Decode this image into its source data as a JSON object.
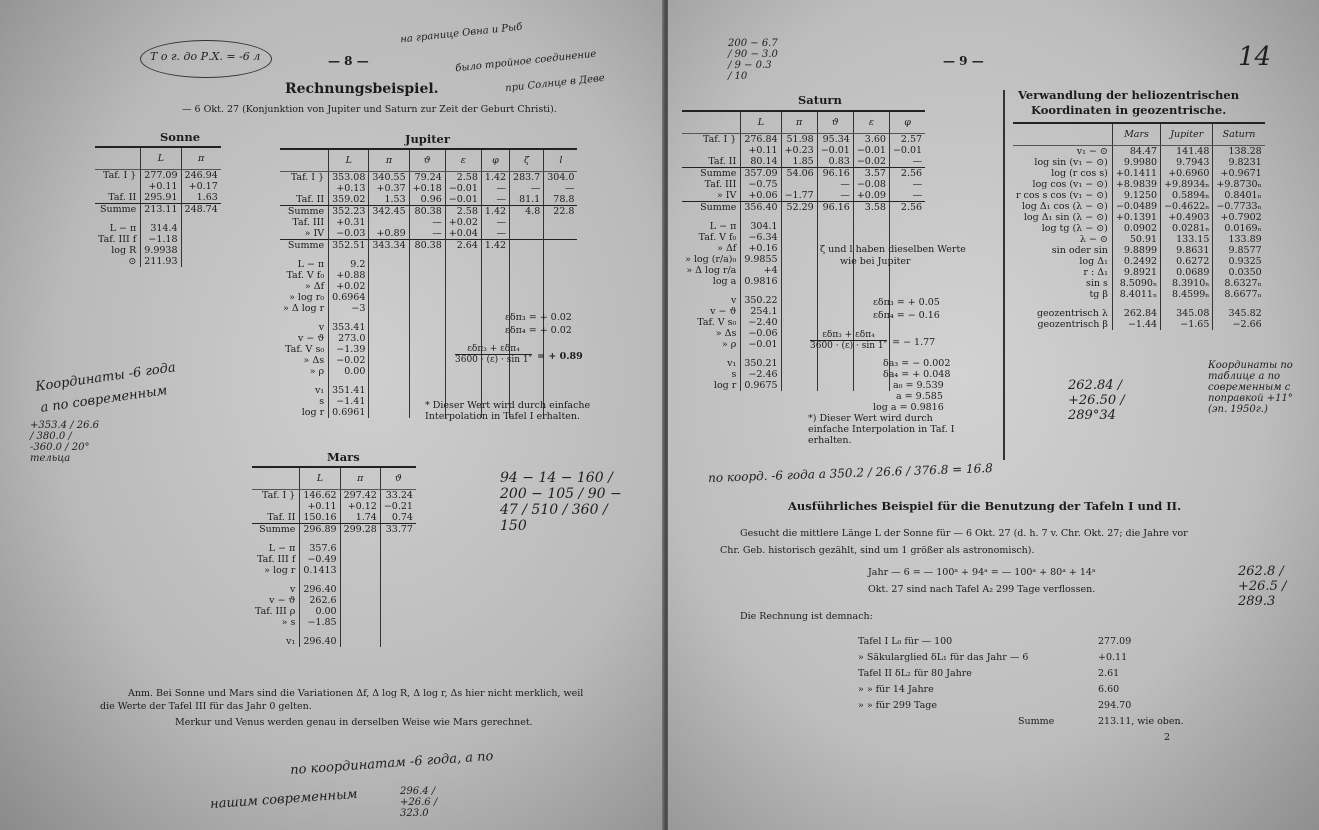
{
  "left_page": {
    "page_number": "— 8 —",
    "title": "Rechnungsbeispiel.",
    "subtitle": "— 6 Okt. 27 (Konjunktion von Jupiter und Saturn zur Zeit der Geburt Christi).",
    "sonne": {
      "heading": "Sonne",
      "headers": [
        "",
        "L",
        "π"
      ],
      "rows": [
        {
          "cells": [
            "Taf. I }",
            "277.09",
            "246.94"
          ]
        },
        {
          "cells": [
            "",
            "+0.11",
            "+0.17"
          ]
        },
        {
          "cells": [
            "Taf. II",
            "295.91",
            "1.63"
          ]
        },
        {
          "kind": "sum",
          "cells": [
            "Summe",
            "213.11",
            "248.74"
          ]
        },
        {
          "kind": "gap",
          "cells": [
            "L − π",
            "314.4",
            ""
          ]
        },
        {
          "cells": [
            "Taf. III   f",
            "−1.18",
            ""
          ]
        },
        {
          "cells": [
            "log R",
            "9.9938",
            ""
          ]
        },
        {
          "cells": [
            "⊙",
            "211.93",
            ""
          ]
        }
      ]
    },
    "jupiter": {
      "heading": "Jupiter",
      "headers": [
        "",
        "L",
        "π",
        "ϑ",
        "ε",
        "φ",
        "ζ",
        "l"
      ],
      "rows": [
        {
          "cells": [
            "Taf. I }",
            "353.08",
            "340.55",
            "79.24",
            "2.58",
            "1.42",
            "283.7",
            "304.0"
          ]
        },
        {
          "cells": [
            "",
            "+0.13",
            "+0.37",
            "+0.18",
            "−0.01",
            "—",
            "—",
            "—"
          ]
        },
        {
          "cells": [
            "Taf. II",
            "359.02",
            "1.53",
            "0.96",
            "−0.01",
            "—",
            "81.1",
            "78.8"
          ]
        },
        {
          "kind": "sum",
          "cells": [
            "Summe",
            "352.23",
            "342.45",
            "80.38",
            "2.58",
            "1.42",
            "4.8",
            "22.8"
          ]
        },
        {
          "cells": [
            "Taf. III",
            "+0.31",
            "",
            "—",
            "+0.02",
            "—",
            "",
            ""
          ]
        },
        {
          "cells": [
            "» IV",
            "−0.03",
            "+0.89",
            "—",
            "+0.04",
            "—",
            "",
            ""
          ]
        },
        {
          "kind": "sum",
          "cells": [
            "Summe",
            "352.51",
            "343.34",
            "80.38",
            "2.64",
            "1.42",
            "",
            ""
          ]
        },
        {
          "kind": "gap",
          "cells": [
            "L − π",
            "9.2"
          ]
        },
        {
          "cells": [
            "Taf. V   f₀",
            "+0.88"
          ]
        },
        {
          "cells": [
            "»   Δf",
            "+0.02"
          ]
        },
        {
          "cells": [
            "»   log r₀",
            "0.6964"
          ]
        },
        {
          "cells": [
            "»   Δ log r",
            "−3"
          ]
        },
        {
          "kind": "gap",
          "cells": [
            "v",
            "353.41"
          ]
        },
        {
          "cells": [
            "v − ϑ",
            "273.0"
          ]
        },
        {
          "cells": [
            "Taf. V   s₀",
            "−1.39"
          ]
        },
        {
          "cells": [
            "»   Δs",
            "−0.02"
          ]
        },
        {
          "cells": [
            "»   ρ",
            "0.00"
          ]
        },
        {
          "kind": "gap",
          "cells": [
            "v₁",
            "351.41"
          ]
        },
        {
          "cells": [
            "s",
            "−1.41"
          ]
        },
        {
          "cells": [
            "log r",
            "0.6961"
          ]
        }
      ],
      "notes": {
        "e_dpi3": "εδπ₃ = + 0.02",
        "e_dpi4": "εδπ₄ = + 0.02",
        "frac_num": "εδπ₃ + εδπ₄",
        "frac_den": "3600 · (ε) · sin 1″",
        "frac_result": "= + 0.89",
        "footnote": "* Dieser Wert wird durch einfache Interpolation in Tafel I erhalten."
      }
    },
    "mars": {
      "heading": "Mars",
      "headers": [
        "",
        "L",
        "π",
        "ϑ"
      ],
      "rows": [
        {
          "cells": [
            "Taf. I }",
            "146.62",
            "297.42",
            "33.24"
          ]
        },
        {
          "cells": [
            "",
            "+0.11",
            "+0.12",
            "−0.21"
          ]
        },
        {
          "cells": [
            "Taf. II",
            "150.16",
            "1.74",
            "0.74"
          ]
        },
        {
          "kind": "sum",
          "cells": [
            "Summe",
            "296.89",
            "299.28",
            "33.77"
          ]
        },
        {
          "kind": "gap",
          "cells": [
            "L − π",
            "357.6"
          ]
        },
        {
          "cells": [
            "Taf. III   f",
            "−0.49"
          ]
        },
        {
          "cells": [
            "»   log r",
            "0.1413"
          ]
        },
        {
          "kind": "gap",
          "cells": [
            "v",
            "296.40"
          ]
        },
        {
          "cells": [
            "v − ϑ",
            "262.6"
          ]
        },
        {
          "cells": [
            "Taf. III   ρ",
            "0.00"
          ]
        },
        {
          "cells": [
            "»   s",
            "−1.85"
          ]
        },
        {
          "kind": "gap",
          "cells": [
            "v₁",
            "296.40"
          ]
        }
      ]
    },
    "anm": "Anm. Bei Sonne und Mars sind die Variationen Δf, Δ log R, Δ log r, Δs hier nicht merklich, weil",
    "anm2": "die Werte der Tafel III für das Jahr 0 gelten.",
    "anm3": "Merkur und Venus werden genau in derselben Weise wie Mars gerechnet."
  },
  "right_page": {
    "page_number": "— 9 —",
    "saturn": {
      "heading": "Saturn",
      "headers": [
        "",
        "L",
        "π",
        "ϑ",
        "ε",
        "φ"
      ],
      "rows": [
        {
          "cells": [
            "Taf. I }",
            "276.84",
            "51.98",
            "95.34",
            "3.60",
            "2.57"
          ]
        },
        {
          "cells": [
            "",
            "+0.11",
            "+0.23",
            "−0.01",
            "−0.01",
            "−0.01"
          ]
        },
        {
          "cells": [
            "Taf. II",
            "80.14",
            "1.85",
            "0.83",
            "−0.02",
            "—"
          ]
        },
        {
          "kind": "sum",
          "cells": [
            "Summe",
            "357.09",
            "54.06",
            "96.16",
            "3.57",
            "2.56"
          ]
        },
        {
          "cells": [
            "Taf. III",
            "−0.75",
            "",
            "—",
            "−0.08",
            "—"
          ]
        },
        {
          "cells": [
            "» IV",
            "+0.06",
            "−1.77",
            "—",
            "+0.09",
            "—"
          ]
        },
        {
          "kind": "sum",
          "cells": [
            "Summe",
            "356.40",
            "52.29",
            "96.16",
            "3.58",
            "2.56"
          ]
        },
        {
          "kind": "gap",
          "cells": [
            "L − π",
            "304.1"
          ]
        },
        {
          "cells": [
            "Taf. V   f₀",
            "−6.34"
          ]
        },
        {
          "cells": [
            "»   Δf",
            "+0.16"
          ]
        },
        {
          "cells": [
            "»   log (r/a)₀",
            "9.9855"
          ]
        },
        {
          "cells": [
            "»   Δ log r/a",
            "+4"
          ]
        },
        {
          "cells": [
            "log a",
            "0.9816"
          ]
        },
        {
          "kind": "gap",
          "cells": [
            "v",
            "350.22"
          ]
        },
        {
          "cells": [
            "v − ϑ",
            "254.1"
          ]
        },
        {
          "cells": [
            "Taf. V   s₀",
            "−2.40"
          ]
        },
        {
          "cells": [
            "»   Δs",
            "−0.06"
          ]
        },
        {
          "cells": [
            "»   ρ",
            "−0.01"
          ]
        },
        {
          "kind": "gap",
          "cells": [
            "v₁",
            "350.21"
          ]
        },
        {
          "cells": [
            "s",
            "−2.46"
          ]
        },
        {
          "cells": [
            "log r",
            "0.9675"
          ]
        }
      ],
      "notes": {
        "same_values": "ζ und l haben dieselben Werte",
        "same_values2": "wie bei Jupiter",
        "e_dpi3": "εδπ₃ = + 0.05",
        "e_dpi4": "εδπ₄ = − 0.16",
        "frac_num": "εδπ₃ + εδπ₄",
        "frac_den": "3600 · (ε) · sin 1″",
        "frac_result": "= − 1.77",
        "da3": "δa₃ = − 0.002",
        "da4": "δa₄ = + 0.048",
        "a0": "a₀ = 9.539",
        "a": "a = 9.585",
        "log_a": "log a = 0.9816",
        "footnote": "*) Dieser Wert wird durch",
        "footnote2": "einfache Interpolation in Taf. I",
        "footnote3": "erhalten."
      }
    },
    "verwandlung": {
      "heading": "Verwandlung der heliozentrischen",
      "heading2": "Koordinaten in geozentrische.",
      "headers": [
        "",
        "Mars",
        "Jupiter",
        "Saturn"
      ],
      "rows": [
        {
          "cells": [
            "v₁ − ⊙",
            "84.47",
            "141.48",
            "138.28"
          ]
        },
        {
          "cells": [
            "log sin (v₁ − ⊙)",
            "9.9980",
            "9.7943",
            "9.8231"
          ]
        },
        {
          "cells": [
            "log (r cos s)",
            "+0.1411",
            "+0.6960",
            "+0.9671"
          ]
        },
        {
          "cells": [
            "log cos (v₁ − ⊙)",
            "+8.9839",
            "+9.8934ₙ",
            "+9.8730ₙ"
          ]
        },
        {
          "cells": [
            "r cos s cos (v₁ − ⊙)",
            "9.1250",
            "0.5894ₙ",
            "0.8401ₙ"
          ]
        },
        {
          "cells": [
            "log Δ₁ cos (λ − ⊙)",
            "−0.0489",
            "−0.4622ₙ",
            "−0.7733ₙ"
          ]
        },
        {
          "cells": [
            "log Δ₁ sin (λ − ⊙)",
            "+0.1391",
            "+0.4903",
            "+0.7902"
          ]
        },
        {
          "cells": [
            "log tg (λ − ⊙)",
            "0.0902",
            "0.0281ₙ",
            "0.0169ₙ"
          ]
        },
        {
          "cells": [
            "λ − ⊙",
            "50.91",
            "133.15",
            "133.89"
          ]
        },
        {
          "cells": [
            "sin oder sin",
            "9.8899",
            "9.8631",
            "9.8577"
          ]
        },
        {
          "cells": [
            "log Δ₁",
            "0.2492",
            "0.6272",
            "0.9325"
          ]
        },
        {
          "cells": [
            "r : Δ₁",
            "9.8921",
            "0.0689",
            "0.0350"
          ]
        },
        {
          "cells": [
            "sin s",
            "8.5090ₙ",
            "8.3910ₙ",
            "8.6327ₙ"
          ]
        },
        {
          "cells": [
            "tg β",
            "8.4011ₙ",
            "8.4599ₙ",
            "8.6677ₙ"
          ]
        },
        {
          "kind": "gap",
          "cells": [
            "geozentrisch λ",
            "262.84",
            "345.08",
            "345.82"
          ]
        },
        {
          "cells": [
            "geozentrisch β",
            "−1.44",
            "−1.65",
            "−2.66"
          ]
        }
      ]
    },
    "example": {
      "heading": "Ausführliches Beispiel für die Benutzung der Tafeln I und II.",
      "para1": "Gesucht die mittlere Länge L der Sonne für — 6 Okt. 27 (d. h. 7 v. Chr. Okt. 27; die Jahre vor",
      "para2": "Chr. Geb. historisch gezählt, sind um 1 größer als astronomisch).",
      "jahr": "Jahr — 6 = — 100ᵃ + 94ᵃ = — 100ᵃ + 80ᵃ + 14ᵃ",
      "okt": "Okt. 27 sind nach Tafel A₂ 299 Tage verflossen.",
      "rechnung": "Die Rechnung ist demnach:",
      "lines": [
        {
          "label": "Tafel I   L₀ für — 100",
          "value": "277.09"
        },
        {
          "label": "»   Säkularglied δL₁ für das Jahr — 6",
          "value": "+0.11"
        },
        {
          "label": "Tafel II   δL₂ für   80 Jahre",
          "value": "2.61"
        },
        {
          "label": "»   »   für   14 Jahre",
          "value": "6.60"
        },
        {
          "label": "»   »   für 299 Tage",
          "value": "294.70"
        },
        {
          "label": "Summe",
          "value": "213.11, wie oben."
        }
      ],
      "footer_num": "2"
    }
  },
  "handwriting": {
    "top_center": "на границе Овна и Рыб",
    "top_center2": "было тройное соединение",
    "top_center3": "при Солнце в Деве",
    "left_margin": "Координаты -6 года",
    "left_margin2": "а по современным",
    "left_calc": "+353.4 / 26.6 / 380.0 / -360.0 / 20° тельца",
    "bottom": "по координатам -6 года, а по",
    "bottom2": "нашим современным",
    "bottom_calc": "296.4 / +26.6 / 323.0",
    "right_mid": "по коорд. -6 года а 350.2 / 26.6 / 376.8 = 16.8",
    "right_calc": "262.84 / +26.50 / 289°34",
    "page_corner": "14",
    "top_right_calc": "200 − 6.7 / 90 − 3.0 / 9 − 0.3 / 10",
    "right_margin": "Координаты по таблице а по современным с поправкой +11° (эп. 1950г.)",
    "right_sum": "262.8 / +26.5 / 289.3",
    "mars_calc": "94 − 14 − 160 / 200 − 105 / 90 − 47 / 510 / 360 / 150",
    "p_x": "Т о г. до Р.Х. = -6 л"
  }
}
